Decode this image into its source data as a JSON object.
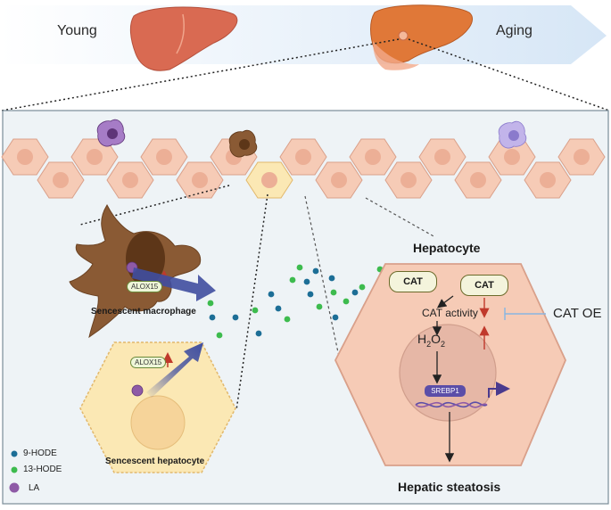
{
  "timeline": {
    "start": "Young",
    "end": "Aging"
  },
  "panel": {
    "macrophage_label": "Sencescent macrophage",
    "hepatocyte_label": "Sencescent hepatocyte",
    "alox_macrophage": "ALOX15",
    "alox_hepatocyte": "ALOX15"
  },
  "hepatocyte_detail": {
    "title": "Hepatocyte",
    "cat_left": "CAT",
    "cat_right": "CAT",
    "cat_activity": "CAT activity",
    "h2o2_main": "H",
    "h2o2_sub1": "2",
    "h2o2_o": "O",
    "h2o2_sub2": "2",
    "srebp1": "SREBP1",
    "outcome": "Hepatic steatosis"
  },
  "intervention": {
    "label": "CAT OE"
  },
  "legend": {
    "items": [
      {
        "label": "9-HODE",
        "color": "#1c6e96"
      },
      {
        "label": "13-HODE",
        "color": "#3dbb4e"
      },
      {
        "label": "LA",
        "color": "#8e5aa6"
      }
    ]
  },
  "colors": {
    "cell_fill": "#f6cbb6",
    "cell_stroke": "#d9a08a",
    "liver_young": "#d96a52",
    "liver_old": "#e07838",
    "macrophage": "#7b5232",
    "hepatocyte_senescent": "#fbe8b4",
    "arrow_blue": "#3f4ea0",
    "inhibit_blue": "#8ab6e0",
    "red_arrow": "#c0392b"
  }
}
